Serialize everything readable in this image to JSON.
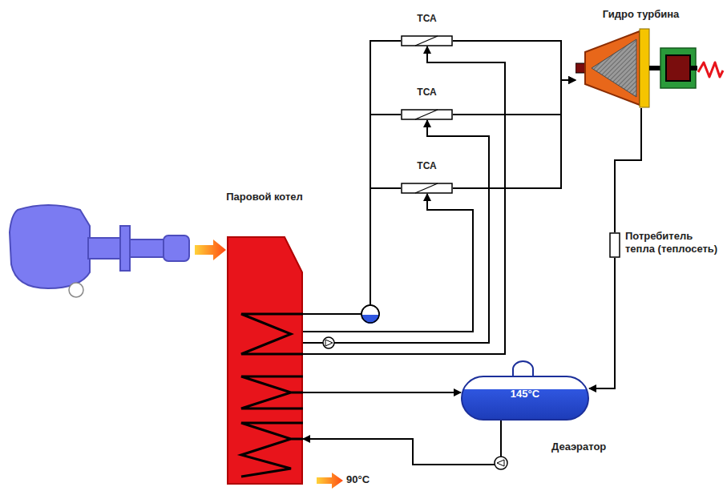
{
  "diagram": {
    "nodes": [
      {
        "text": [
          "Паровой котел"
        ]
      },
      {
        "text": [
          "ТСА"
        ]
      },
      {
        "text": [
          "ТСА"
        ]
      },
      {
        "text": [
          "ТСА"
        ]
      },
      {
        "text": [
          "Гидро турбина"
        ]
      },
      {
        "text": [
          "Потребитель тепла (теплосеть)"
        ]
      },
      {
        "text": [
          "145°C",
          "Деаэратор"
        ]
      }
    ],
    "edges": [
      {
        "from": 0,
        "to": 1,
        "arrow": "none"
      },
      {
        "from": 0,
        "to": 2,
        "arrow": "none"
      },
      {
        "from": 0,
        "to": 3,
        "arrow": "none"
      },
      {
        "from": 0,
        "to": 1,
        "arrow": "to"
      },
      {
        "from": 0,
        "to": 2,
        "arrow": "to"
      },
      {
        "from": 0,
        "to": 3,
        "arrow": "to"
      },
      {
        "from": 1,
        "to": 4,
        "arrow": "to"
      },
      {
        "from": 2,
        "to": 4,
        "arrow": "to"
      },
      {
        "from": 3,
        "to": 4,
        "arrow": "to"
      },
      {
        "from": 4,
        "to": 5,
        "arrow": "none"
      },
      {
        "from": 5,
        "to": 6,
        "arrow": "to"
      },
      {
        "from": 0,
        "to": 6,
        "arrow": "to"
      },
      {
        "from": 6,
        "to": 0,
        "arrow": "to"
      }
    ],
    "labels": [
      "90°C"
    ]
  }
}
